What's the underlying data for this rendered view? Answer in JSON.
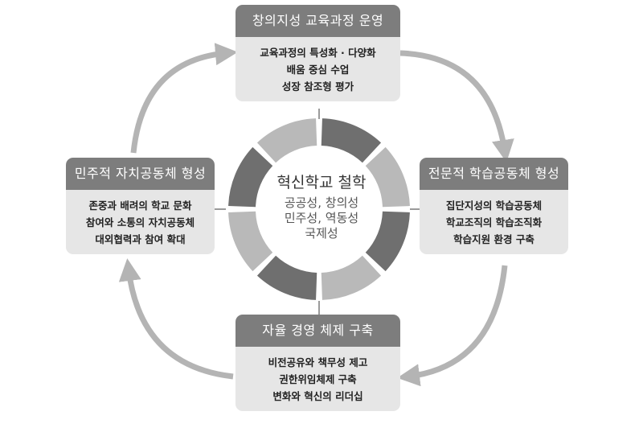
{
  "center": {
    "title": "혁신학교 철학",
    "values": [
      "공공성, 창의성",
      "민주성, 역동성",
      "국제성"
    ]
  },
  "cards": {
    "top": {
      "title": "창의지성 교육과정 운영",
      "items": [
        "교육과정의 특성화 · 다양화",
        "배움 중심 수업",
        "성장 참조형 평가"
      ]
    },
    "right": {
      "title": "전문적 학습공동체 형성",
      "items": [
        "집단지성의 학습공동체",
        "학교조직의 학습조직화",
        "학습지원 환경 구축"
      ]
    },
    "bottom": {
      "title": "자율 경영 체제 구축",
      "items": [
        "비전공유와 책무성 제고",
        "권한위임체제 구축",
        "변화와 혁신의 리더십"
      ]
    },
    "left": {
      "title": "민주적 자치공동체 형성",
      "items": [
        "존중과 배려의 학교 문화",
        "참여와 소통의 자치공동체",
        "대외협력과 참여 확대"
      ]
    }
  },
  "colors": {
    "segment_dark": "#6f6f6f",
    "segment_light": "#b9b9b9",
    "arrow": "#b4b4b4",
    "card_header": "#7d7d7d",
    "card_body": "#e6e6e6"
  }
}
